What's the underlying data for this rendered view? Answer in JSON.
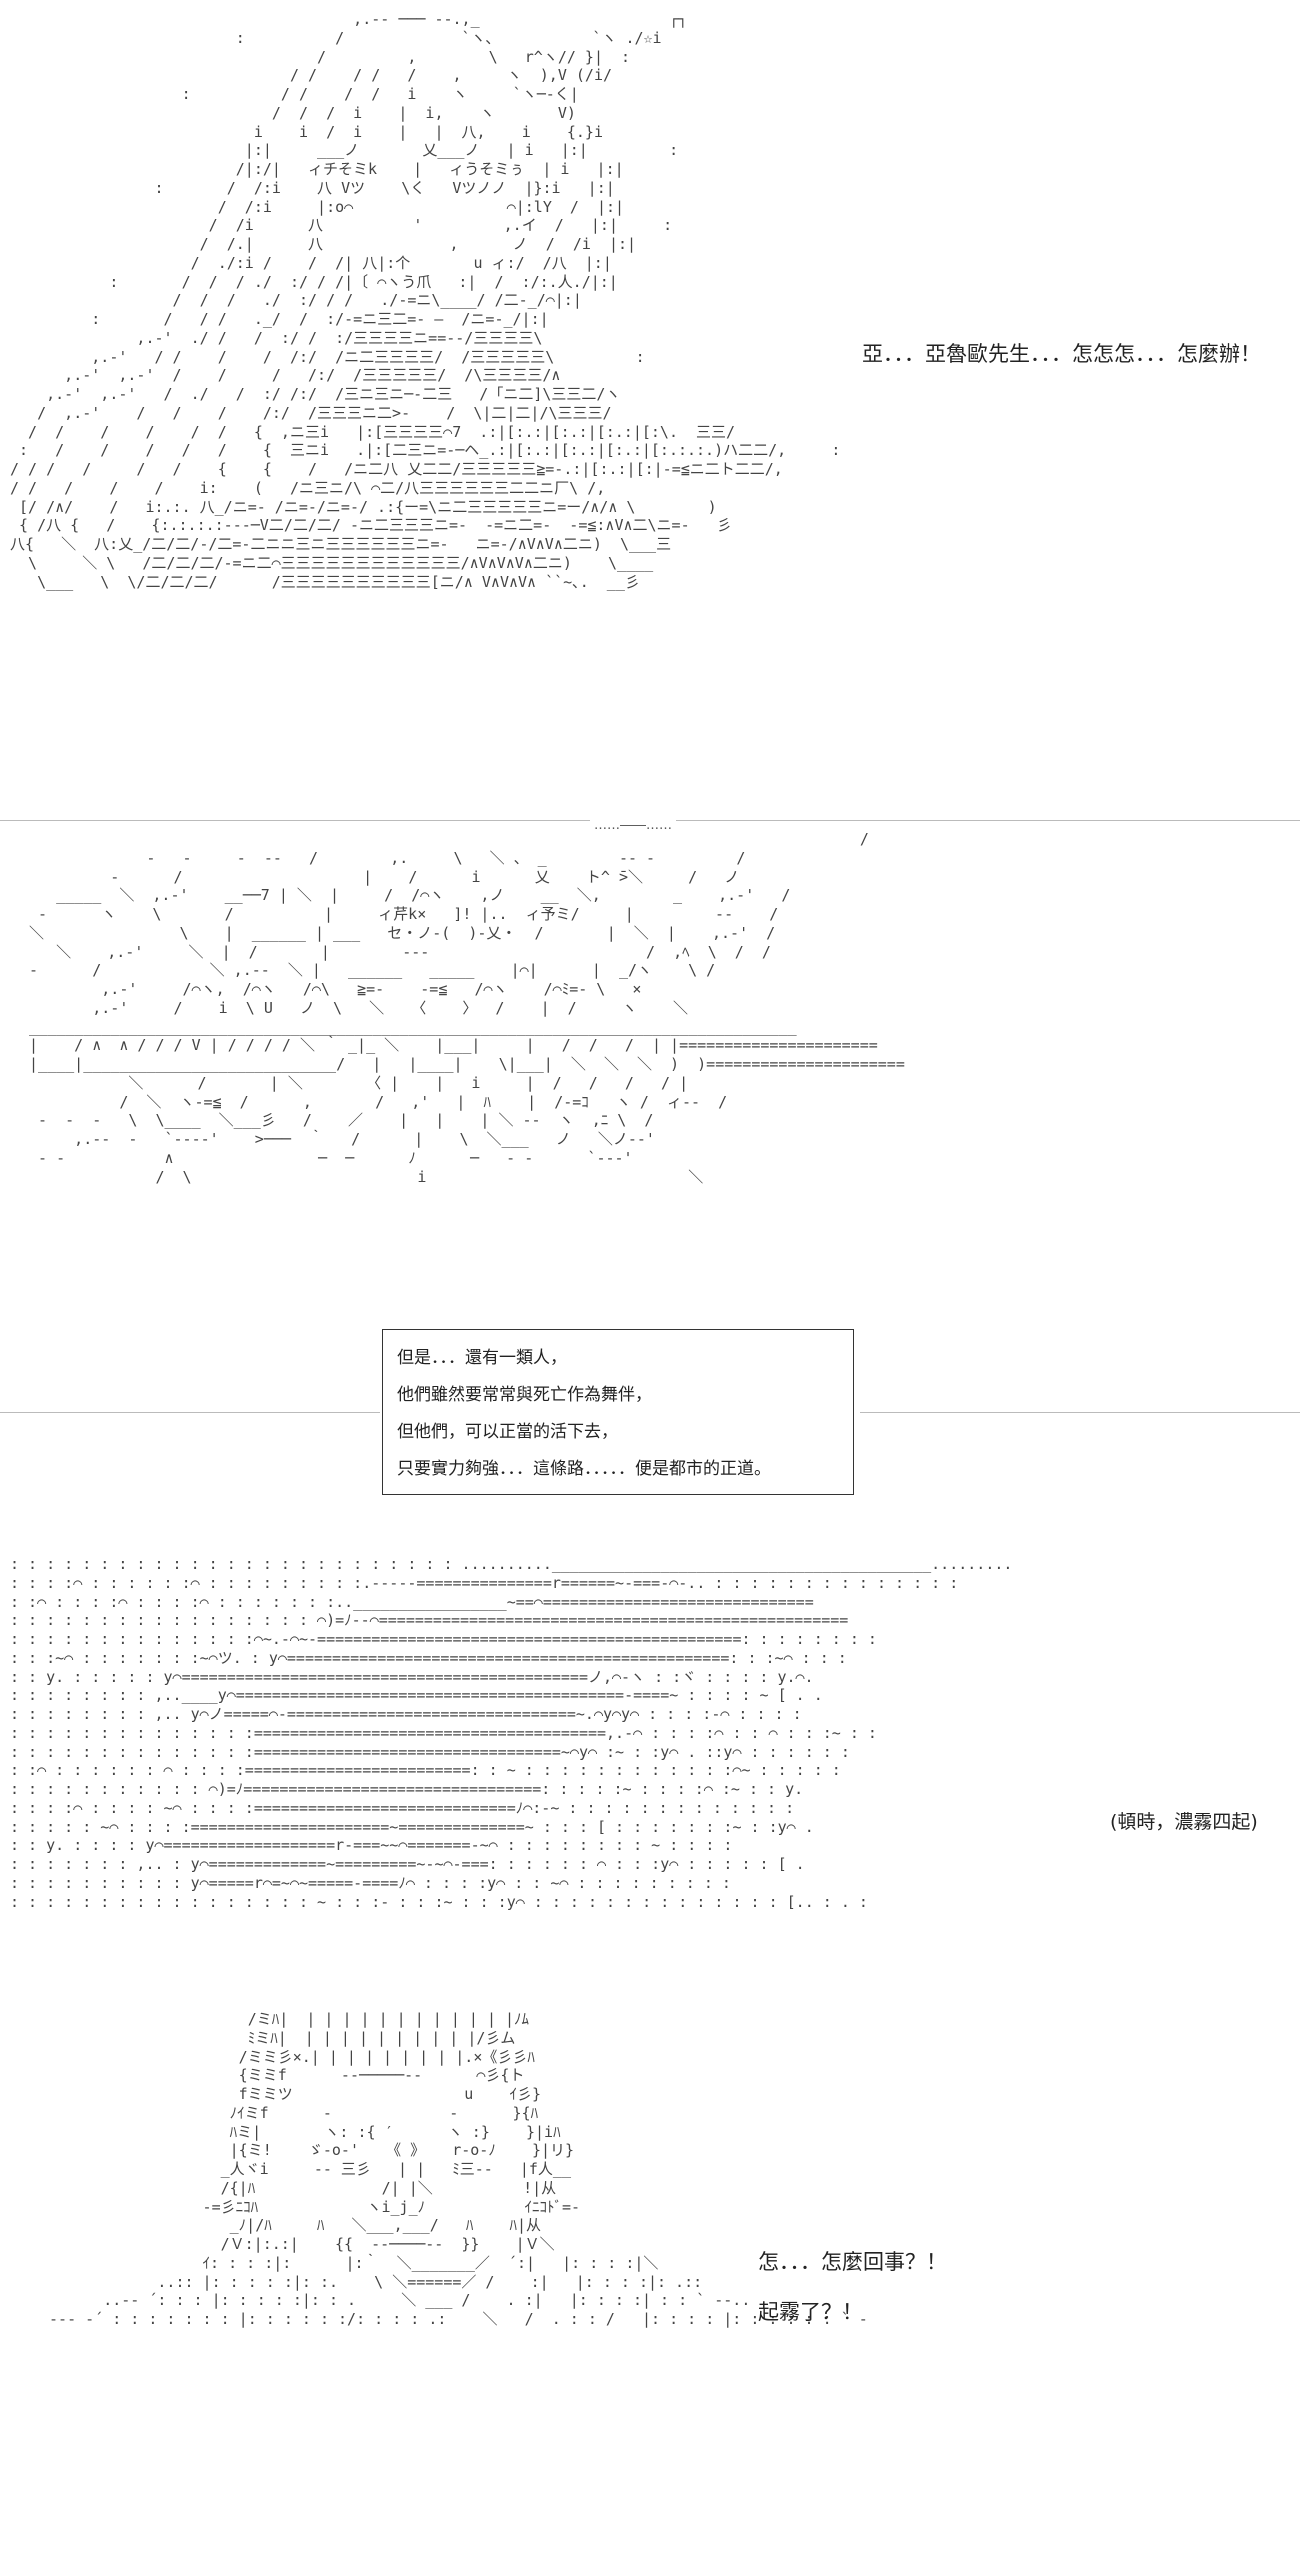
{
  "panel_1": {
    "speech": "亞．．．亞魯歐先生．．．怎怎怎．．．怎麼辦！"
  },
  "panel_2": {
    "separator_dots": "……――……"
  },
  "narration": {
    "lines": [
      "但是．．．還有一類人，",
      "他們雖然要常常與死亡作為舞伴，",
      "但他們，可以正當的活下去，",
      "只要實力夠強．．．這條路．．．．．便是都市的正道。"
    ]
  },
  "panel_3": {
    "caption": "(頓時，濃霧四起)"
  },
  "panel_4": {
    "speech_line_1": "怎．．．怎麼回事？！",
    "speech_line_2": "起霧了？！"
  }
}
